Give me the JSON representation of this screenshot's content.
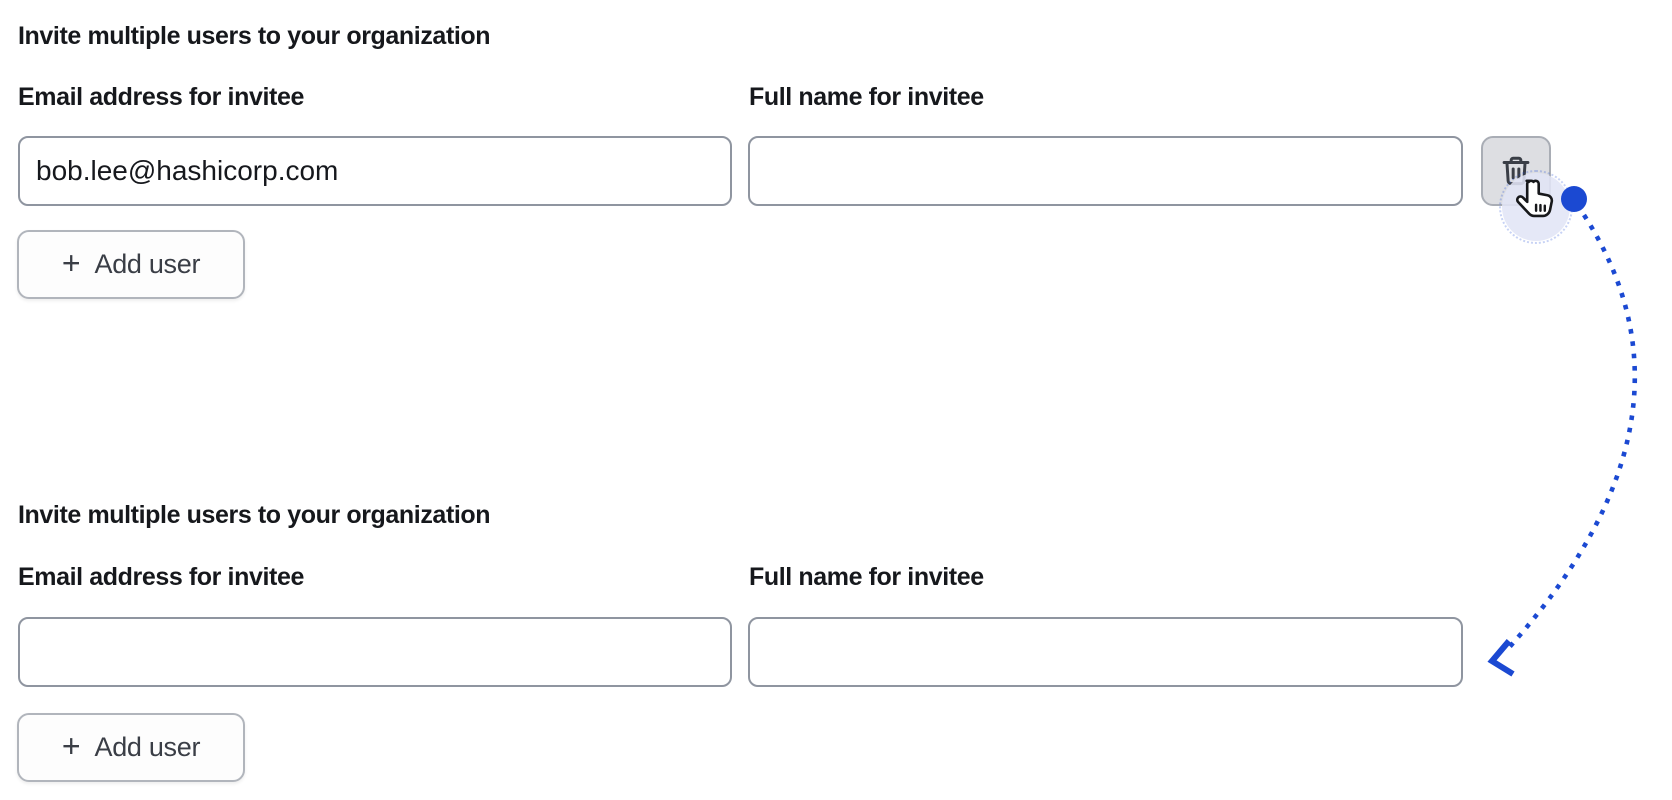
{
  "colors": {
    "accent_blue": "#1B49D2",
    "text_primary": "#16181C",
    "text_button": "#3A3E46",
    "input_border": "#8F95A0",
    "button_bg": "#FDFDFD",
    "button_border": "#B1B5BC",
    "trash_button_bg": "#DDDEE2",
    "trash_button_border": "#A9ADB5",
    "highlight_circle": "#E2E5F6"
  },
  "before": {
    "heading": "Invite multiple users to your organization",
    "email_label": "Email address for invitee",
    "name_label": "Full name for invitee",
    "email_value": "bob.lee@hashicorp.com",
    "name_value": "",
    "plus_glyph": "+",
    "add_user_label": "Add user",
    "delete_button_icon": "trash-icon"
  },
  "after": {
    "heading": "Invite multiple users to your organization",
    "email_label": "Email address for invitee",
    "name_label": "Full name for invitee",
    "email_value": "",
    "name_value": "",
    "plus_glyph": "+",
    "add_user_label": "Add user"
  },
  "annotation": {
    "cursor_icon": "pointer-hand-cursor",
    "click_indicator": "click-highlight-circle",
    "arrow": "dotted-arc-from-delete-button-to-remaining-field"
  }
}
